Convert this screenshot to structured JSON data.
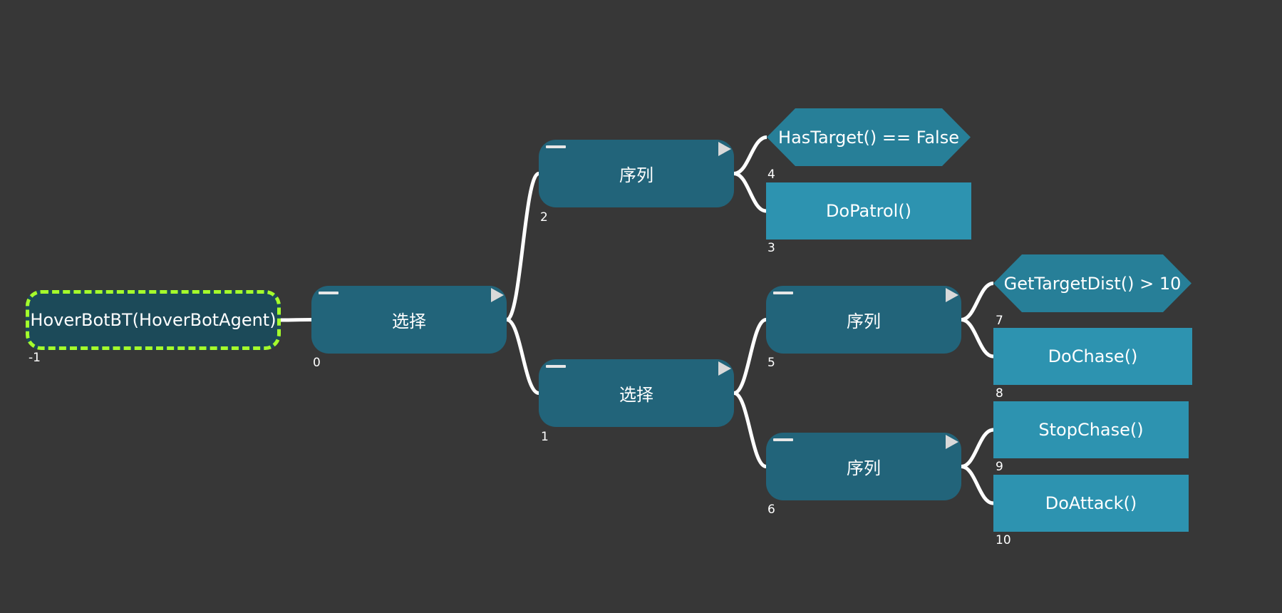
{
  "colors": {
    "background": "#373737",
    "composite_fill": "#22647a",
    "action_fill": "#2d93b0",
    "condition_fill": "#277f98",
    "root_fill": "#1c4a59",
    "root_border": "#a4ff2c",
    "edge": "#ffffff"
  },
  "root": {
    "label": "HoverBotBT(HoverBotAgent)",
    "index": "-1"
  },
  "nodes": {
    "n0": {
      "label": "选择",
      "index": "0",
      "kind": "selector"
    },
    "n1": {
      "label": "选择",
      "index": "1",
      "kind": "selector"
    },
    "n2": {
      "label": "序列",
      "index": "2",
      "kind": "sequence"
    },
    "n3": {
      "label": "DoPatrol()",
      "index": "3",
      "kind": "action"
    },
    "n4": {
      "label": "HasTarget() == False",
      "index": "4",
      "kind": "condition"
    },
    "n5": {
      "label": "序列",
      "index": "5",
      "kind": "sequence"
    },
    "n6": {
      "label": "序列",
      "index": "6",
      "kind": "sequence"
    },
    "n7": {
      "label": "GetTargetDist() > 10",
      "index": "7",
      "kind": "condition"
    },
    "n8": {
      "label": "DoChase()",
      "index": "8",
      "kind": "action"
    },
    "n9": {
      "label": "StopChase()",
      "index": "9",
      "kind": "action"
    },
    "n10": {
      "label": "DoAttack()",
      "index": "10",
      "kind": "action"
    }
  },
  "edges": [
    [
      "root",
      "n0"
    ],
    [
      "n0",
      "n2"
    ],
    [
      "n0",
      "n1"
    ],
    [
      "n2",
      "n4"
    ],
    [
      "n2",
      "n3"
    ],
    [
      "n1",
      "n5"
    ],
    [
      "n1",
      "n6"
    ],
    [
      "n5",
      "n7"
    ],
    [
      "n5",
      "n8"
    ],
    [
      "n6",
      "n9"
    ],
    [
      "n6",
      "n10"
    ]
  ],
  "icons": {
    "collapse": "collapse-icon",
    "play": "play-triangle-icon"
  }
}
